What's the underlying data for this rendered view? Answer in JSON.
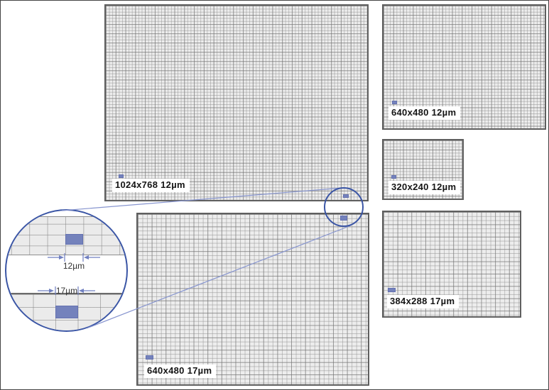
{
  "figure": {
    "sensors": [
      {
        "resolution": "1024x768",
        "pixel_pitch": "12µm",
        "label": "1024x768 12µm"
      },
      {
        "resolution": "640x480",
        "pixel_pitch": "12µm",
        "label": "640x480 12µm"
      },
      {
        "resolution": "320x240",
        "pixel_pitch": "12µm",
        "label": "320x240 12µm"
      },
      {
        "resolution": "640x480",
        "pixel_pitch": "17µm",
        "label": "640x480 17µm"
      },
      {
        "resolution": "384x288",
        "pixel_pitch": "17µm",
        "label": "384x288 17µm"
      }
    ],
    "magnifier": {
      "small_pixel_label": "12µm",
      "large_pixel_label": "17µm"
    },
    "colors": {
      "pixel_marker": "#7482bc",
      "magnifier_stroke": "#3a55a5",
      "connector_line": "#8795cf",
      "panel_fill": "#ededed",
      "panel_border": "#5f5f5f",
      "grid_line": "#969696"
    }
  }
}
